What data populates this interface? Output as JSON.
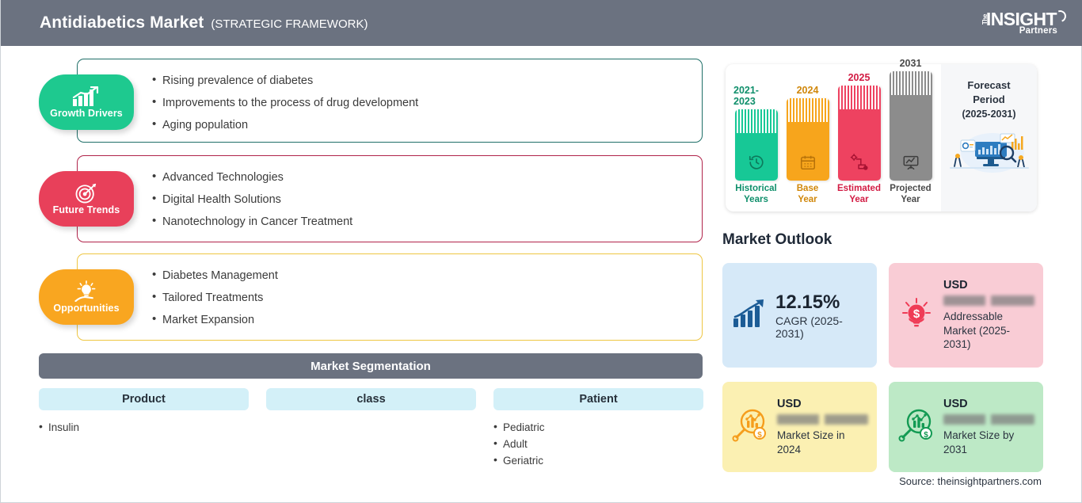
{
  "header": {
    "title": "Antidiabetics Market",
    "subtitle": "(STRATEGIC FRAMEWORK)",
    "logo": {
      "the": "The",
      "insight": "INSIGHT",
      "partners": "Partners"
    }
  },
  "panels": [
    {
      "badge_label": "Growth Drivers",
      "icon": "bar-chart-up-icon",
      "color": "#1ec98f",
      "border_color": "#1f6f68",
      "items": [
        "Rising prevalence of diabetes",
        "Improvements to the process of drug development",
        "Aging population"
      ]
    },
    {
      "badge_label": "Future Trends",
      "icon": "target-dart-icon",
      "color": "#e8405a",
      "border_color": "#b0234a",
      "items": [
        "Advanced Technologies",
        "Digital Health Solutions",
        "Nanotechnology in Cancer Treatment"
      ]
    },
    {
      "badge_label": "Opportunities",
      "icon": "lightbulb-hand-icon",
      "color": "#f9a620",
      "border_color": "#eec643",
      "items": [
        "Diabetes Management",
        "Tailored Treatments",
        "Market Expansion"
      ]
    }
  ],
  "segmentation": {
    "header": "Market Segmentation",
    "columns": [
      {
        "title": "Product",
        "items": [
          "Insulin"
        ]
      },
      {
        "title": "class",
        "items": []
      },
      {
        "title": "Patient",
        "items": [
          "Pediatric",
          "Adult",
          "Geriatric"
        ]
      }
    ]
  },
  "timeline": {
    "bars": [
      {
        "year": "2021-2023",
        "label_line1": "Historical",
        "label_line2": "Years",
        "color": "#17c896",
        "stripe": "#6fe0c0",
        "text_color": "#0f8f6b",
        "height": 90,
        "icon": "history-clock-icon"
      },
      {
        "year": "2024",
        "label_line1": "Base",
        "label_line2": "Year",
        "color": "#f7a51c",
        "stripe": "#ffd27f",
        "text_color": "#d0870a",
        "height": 104,
        "icon": "calendar-icon"
      },
      {
        "year": "2025",
        "label_line1": "Estimated",
        "label_line2": "Year",
        "color": "#ee4260",
        "stripe": "#f7909f",
        "text_color": "#d21c44",
        "height": 120,
        "icon": "forecast-chart-icon"
      },
      {
        "year": "2031",
        "label_line1": "Projected",
        "label_line2": "Year",
        "color": "#8c8c8c",
        "stripe": "#c4c4c4",
        "text_color": "#4a4a4a",
        "height": 138,
        "icon": "presentation-chart-icon"
      }
    ],
    "forecast": {
      "line1": "Forecast",
      "line2": "Period",
      "line3": "(2025-2031)",
      "illustration": "analytics-dashboard-illustration"
    }
  },
  "outlook": {
    "title": "Market Outlook",
    "cards": [
      {
        "id": "cagr",
        "icon": "bar-chart-arrow-icon",
        "value": "12.15%",
        "label": "CAGR (2025-2031)",
        "bg": "#d6e9f8"
      },
      {
        "id": "addressable-market",
        "icon": "lightbulb-dollar-icon",
        "currency": "USD",
        "value_redacted": "lorem ipsum",
        "label": "Addressable Market (2025-2031)",
        "bg": "#f9ccd5"
      },
      {
        "id": "market-size-2024",
        "icon": "magnifier-chart-dollar-icon",
        "currency": "USD",
        "value_redacted": "lorem ipsum",
        "label": "Market Size in 2024",
        "bg": "#fbf0b2"
      },
      {
        "id": "market-size-2031",
        "icon": "magnifier-chart-dollar-icon",
        "currency": "USD",
        "value_redacted": "lorem ipsum",
        "label": "Market Size by 2031",
        "bg": "#bde9c6"
      }
    ]
  },
  "source": "Source: theinsightpartners.com"
}
